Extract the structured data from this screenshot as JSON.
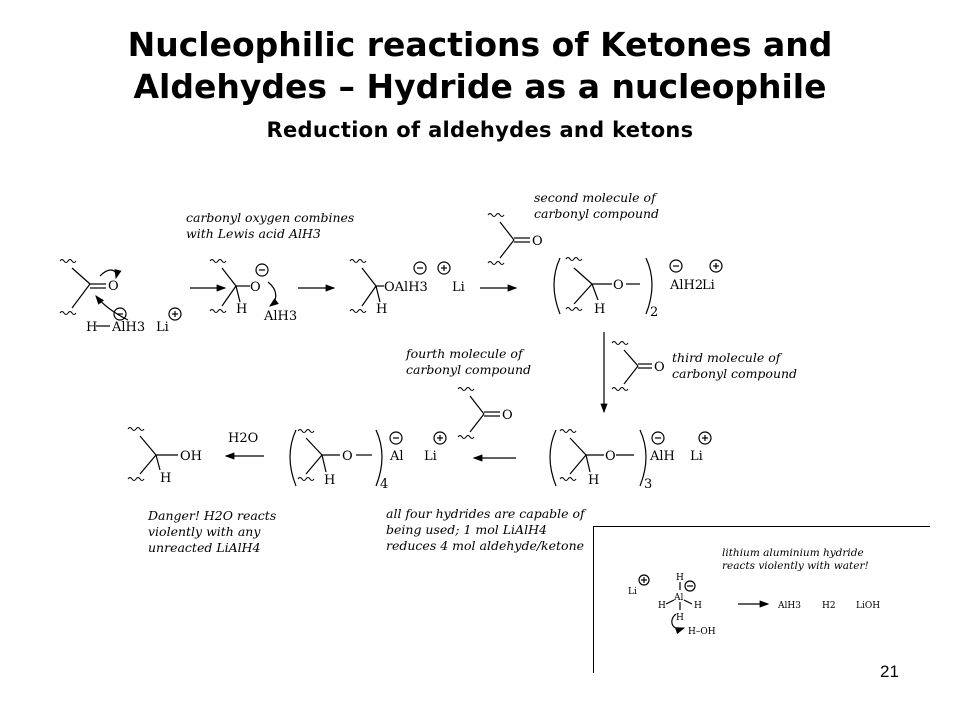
{
  "title_line1": "Nucleophilic reactions of Ketones and",
  "title_line2": "Aldehydes – Hydride as a nucleophile",
  "subtitle": "Reduction of aldehydes and ketons",
  "page_number": "21",
  "annotations": {
    "lewis_acid": [
      "carbonyl oxygen combines",
      "with Lewis acid AlH3"
    ],
    "second_molecule": [
      "second molecule of",
      "carbonyl compound"
    ],
    "third_molecule": [
      "third molecule of",
      "carbonyl compound"
    ],
    "fourth_molecule": [
      "fourth molecule of",
      "carbonyl compound"
    ],
    "danger": [
      "Danger! H2O reacts",
      "violently with any",
      "unreacted LiAlH4"
    ],
    "four_hydrides": [
      "all four hydrides are capable of",
      "being used; 1 mol LiAlH4",
      "reduces 4 mol aldehyde/ketone"
    ],
    "inset_note": [
      "lithium aluminium hydride",
      "reacts violently with water!"
    ]
  },
  "labels": {
    "O": "O",
    "H": "H",
    "Li": "Li",
    "AlH3": "AlH3",
    "AlH2": "AlH2",
    "AlH": "AlH",
    "Al": "Al",
    "OAlH3": "OAlH3",
    "OH": "OH",
    "H2O": "H2O",
    "H2": "H2",
    "LiOH": "LiOH",
    "n2": "2",
    "n3": "3",
    "n4": "4",
    "HOH": "H–OH"
  },
  "colors": {
    "text": "#000000",
    "background": "#ffffff"
  }
}
